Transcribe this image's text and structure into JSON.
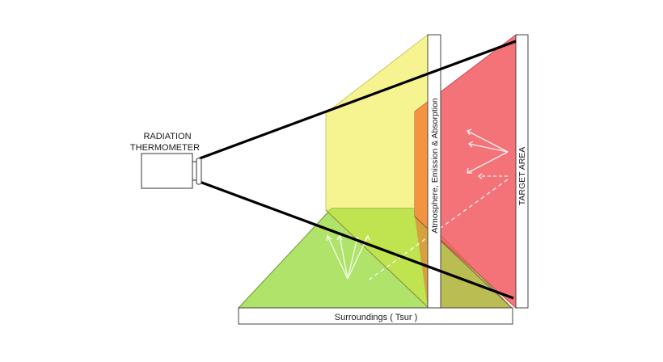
{
  "labels": {
    "thermometer_line1": "RADIATION",
    "thermometer_line2": "THERMOMETER",
    "atmosphere": "Atmosphere, Emission & Absorption",
    "target": "TARGET AREA",
    "surroundings": "Surroundings ( Tsur )"
  },
  "colors": {
    "yellow_plane": "#f2f07a",
    "green_plane": "#a9e35a",
    "red_plane": "#f05c64",
    "orange_overlap": "#f29a3a",
    "beam_line": "#000000",
    "outline": "#666666"
  }
}
